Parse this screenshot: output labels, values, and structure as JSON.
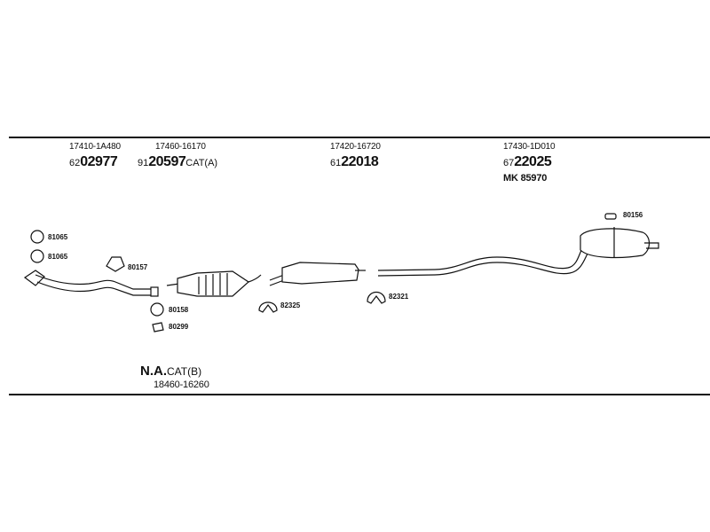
{
  "top_labels": {
    "p1_code": "17410-1A480",
    "p1_prefix": "62",
    "p1_num": "02977",
    "p2_code": "17460-16170",
    "p2_prefix": "91",
    "p2_num": "20597",
    "p2_suffix": "CAT(A)",
    "p3_code": "17420-16720",
    "p3_prefix": "61",
    "p3_num": "22018",
    "p4_code": "17430-1D010",
    "p4_prefix": "67",
    "p4_num": "22025",
    "p4_mk": "MK 85970"
  },
  "small_parts": {
    "a": "81065",
    "b": "81065",
    "c": "80157",
    "d": "80158",
    "e": "80299",
    "f": "82325",
    "g": "82321",
    "h": "80156"
  },
  "bottom_label": {
    "na": "N.A.",
    "cat": "CAT(B)",
    "code": "18460-16260"
  }
}
